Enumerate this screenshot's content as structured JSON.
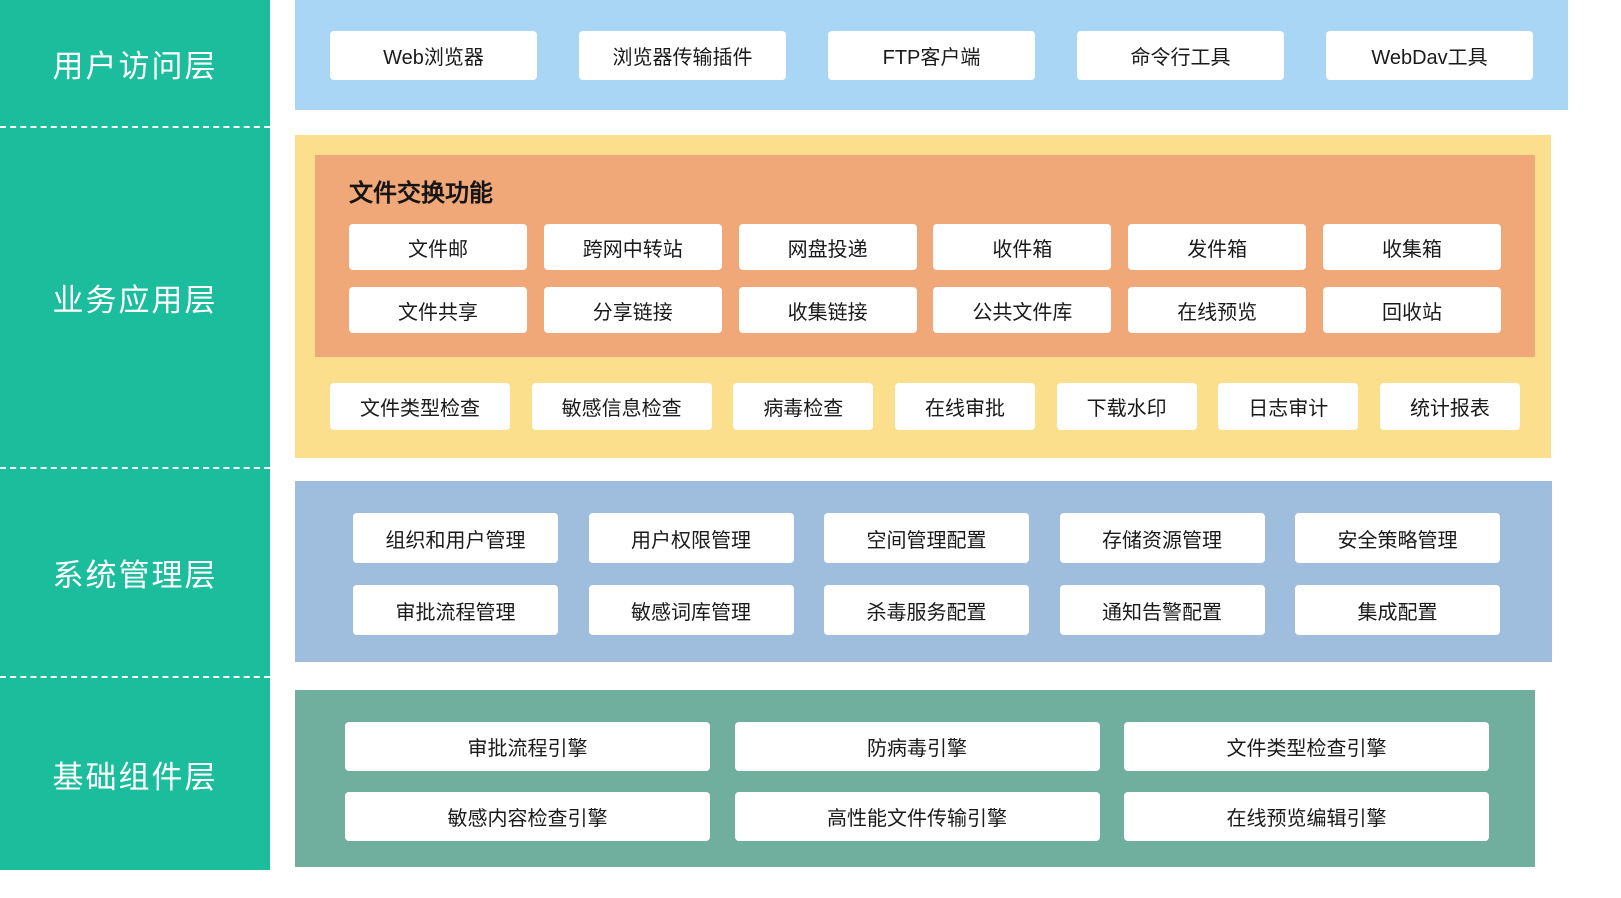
{
  "colors": {
    "sidebar_bg": "#1cbd9d",
    "sidebar_text": "#ffffff",
    "user_access_bg": "#a9d6f5",
    "business_bg": "#fbdf8d",
    "exchange_panel_bg": "#f0a878",
    "system_bg": "#9fbedd",
    "foundation_bg": "#70ae9d",
    "box_bg": "#ffffff",
    "box_text": "#1a1a1a"
  },
  "sidebar": {
    "layers": [
      {
        "label": "用户访问层"
      },
      {
        "label": "业务应用层"
      },
      {
        "label": "系统管理层"
      },
      {
        "label": "基础组件层"
      }
    ]
  },
  "user_access_layer": {
    "items": [
      "Web浏览器",
      "浏览器传输插件",
      "FTP客户端",
      "命令行工具",
      "WebDav工具"
    ]
  },
  "business_layer": {
    "exchange_panel": {
      "title": "文件交换功能",
      "row1": [
        "文件邮",
        "跨网中转站",
        "网盘投递",
        "收件箱",
        "发件箱",
        "收集箱"
      ],
      "row2": [
        "文件共享",
        "分享链接",
        "收集链接",
        "公共文件库",
        "在线预览",
        "回收站"
      ]
    },
    "services": [
      "文件类型检查",
      "敏感信息检查",
      "病毒检查",
      "在线审批",
      "下载水印",
      "日志审计",
      "统计报表"
    ]
  },
  "system_layer": {
    "row1": [
      "组织和用户管理",
      "用户权限管理",
      "空间管理配置",
      "存储资源管理",
      "安全策略管理"
    ],
    "row2": [
      "审批流程管理",
      "敏感词库管理",
      "杀毒服务配置",
      "通知告警配置",
      "集成配置"
    ]
  },
  "foundation_layer": {
    "row1": [
      "审批流程引擎",
      "防病毒引擎",
      "文件类型检查引擎"
    ],
    "row2": [
      "敏感内容检查引擎",
      "高性能文件传输引擎",
      "在线预览编辑引擎"
    ]
  }
}
